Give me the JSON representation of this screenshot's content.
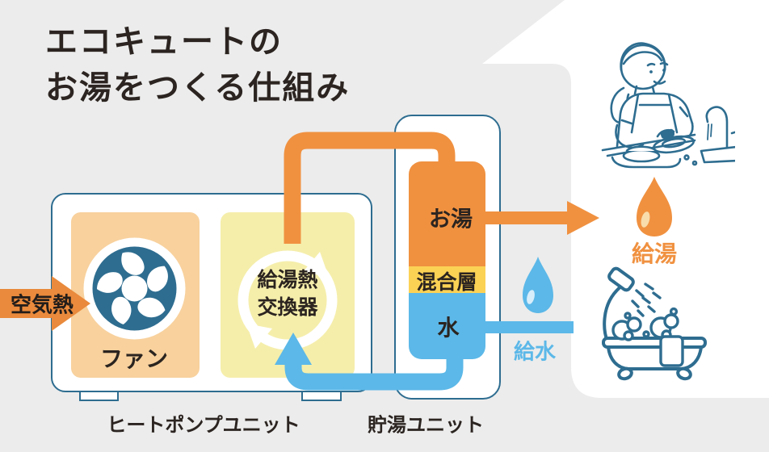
{
  "title": {
    "line1": "エコキュートの",
    "line2": "お湯をつくる仕組み"
  },
  "air_heat": {
    "label": "空気熱"
  },
  "heat_pump_unit": {
    "caption": "ヒートポンプユニット",
    "fan_label": "ファン",
    "exchanger_label_line1": "給湯熱",
    "exchanger_label_line2": "交換器"
  },
  "storage_unit": {
    "caption": "貯湯ユニット",
    "tank": {
      "hot_layer": "お湯",
      "mixed_layer": "混合層",
      "water_layer": "水"
    }
  },
  "supply": {
    "hot_water_label": "給湯",
    "water_label": "給水"
  },
  "icons": {
    "fan": "fan-icon",
    "heat_cycle": "heat-cycle-icon",
    "hot_droplet": "hot-water-droplet-icon",
    "cold_droplet": "water-droplet-icon",
    "dishwashing": "dishwashing-person-illustration",
    "bathtub": "bathtub-shower-illustration"
  },
  "colors": {
    "background": "#ececec",
    "panel_white": "#ffffff",
    "outline_teal": "#2e6d90",
    "orange": "#f09140",
    "air_arrow_orange": "#e98a3c",
    "fan_panel_orange": "#f8d19d",
    "exchanger_panel_yellow": "#f5eeab",
    "mixed_layer_yellow": "#fcd255",
    "water_blue": "#5cb8e8",
    "text_dark": "#2b2420"
  }
}
